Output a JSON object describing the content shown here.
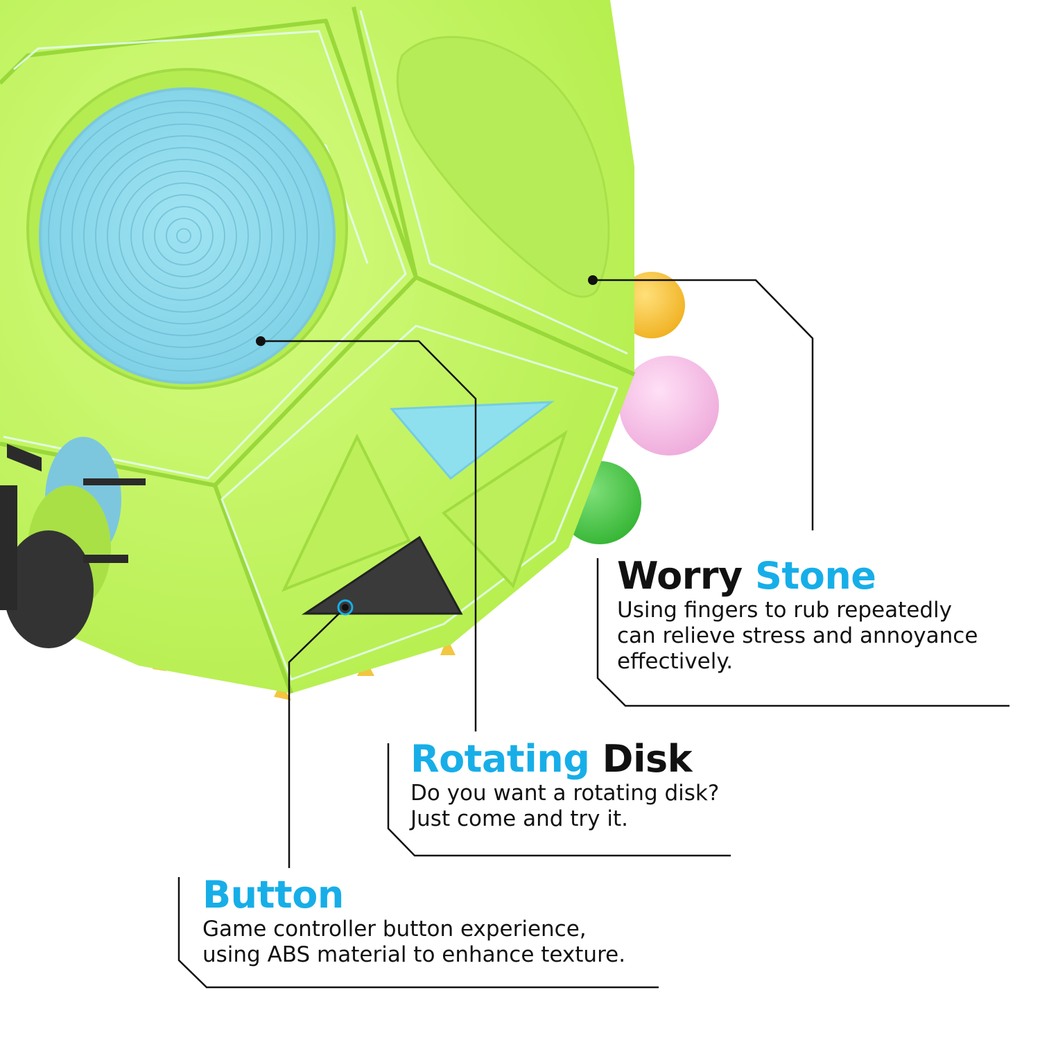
{
  "colors": {
    "body_green": "#c3f560",
    "disk_blue": "#8fdcec",
    "accent_blue": "#17aee8",
    "button_dark": "#3a3a3a",
    "ball_yellow": "#f7c43a",
    "ball_pink": "#f5bde8",
    "ball_green": "#4ec94a"
  },
  "worry_stone": {
    "title_part1": "Worry",
    "title_part2": "Stone",
    "desc_line1": "Using fingers to rub repeatedly",
    "desc_line2": "can relieve stress and annoyance",
    "desc_line3": "effectively."
  },
  "rotating_disk": {
    "title_part1": "Rotating",
    "title_part2": "Disk",
    "desc_line1": "Do you want a rotating disk?",
    "desc_line2": "Just come and try it."
  },
  "button": {
    "title": "Button",
    "desc_line1": "Game controller button experience,",
    "desc_line2": "using ABS material to enhance texture."
  }
}
